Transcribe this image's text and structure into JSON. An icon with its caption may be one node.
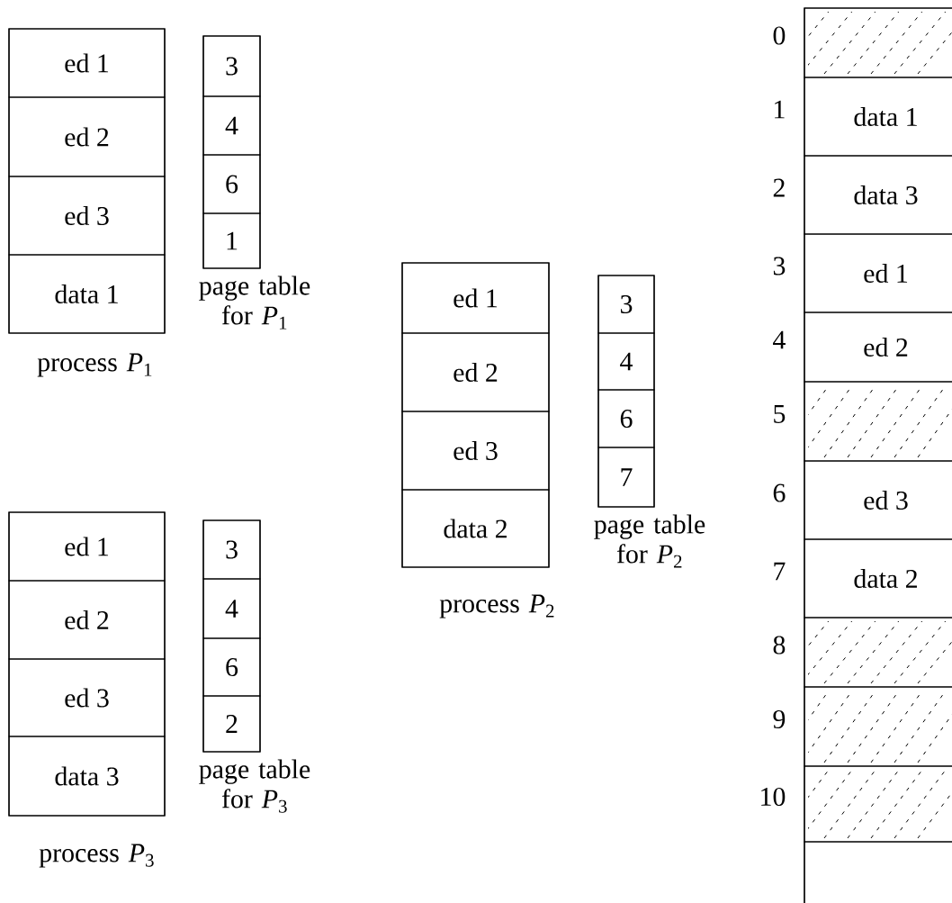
{
  "diagram": {
    "nodes": [
      {
        "text": [],
        "shape": "box",
        "beside": [
          "process *P*$_{1}$"
        ]
      },
      {
        "text": [
          "ed 1"
        ],
        "in": 0
      },
      {
        "text": [
          "ed 2"
        ],
        "in": 0
      },
      {
        "text": [
          "ed 3"
        ],
        "in": 0
      },
      {
        "text": [
          "data 1"
        ],
        "in": 0
      },
      {
        "text": [],
        "shape": "box",
        "beside": [
          "page table for *P*$_{1}$"
        ]
      },
      {
        "text": [
          "3"
        ],
        "in": 5
      },
      {
        "text": [
          "4"
        ],
        "in": 5
      },
      {
        "text": [
          "6"
        ],
        "in": 5
      },
      {
        "text": [
          "1"
        ],
        "in": 5
      },
      {
        "text": [],
        "shape": "box",
        "beside": [
          "process *P*$_{2}$"
        ]
      },
      {
        "text": [
          "ed 1"
        ],
        "in": 10
      },
      {
        "text": [
          "ed 2"
        ],
        "in": 10
      },
      {
        "text": [
          "ed 3"
        ],
        "in": 10
      },
      {
        "text": [
          "data 2"
        ],
        "in": 10
      },
      {
        "text": [],
        "shape": "box",
        "beside": [
          "page table for *P*$_{2}$"
        ]
      },
      {
        "text": [
          "3"
        ],
        "in": 15
      },
      {
        "text": [
          "4"
        ],
        "in": 15
      },
      {
        "text": [
          "6"
        ],
        "in": 15
      },
      {
        "text": [
          "7"
        ],
        "in": 15
      },
      {
        "text": [],
        "shape": "box",
        "beside": [
          "process *P*$_{3}$"
        ]
      },
      {
        "text": [
          "ed 1"
        ],
        "in": 20
      },
      {
        "text": [
          "ed 2"
        ],
        "in": 20
      },
      {
        "text": [
          "ed 3"
        ],
        "in": 20
      },
      {
        "text": [
          "data 3"
        ],
        "in": 20
      },
      {
        "text": [],
        "shape": "box",
        "beside": [
          "page table for *P*$_{3}$"
        ]
      },
      {
        "text": [
          "3"
        ],
        "in": 25
      },
      {
        "text": [
          "4"
        ],
        "in": 25
      },
      {
        "text": [
          "6"
        ],
        "in": 25
      },
      {
        "text": [
          "2"
        ],
        "in": 25
      },
      {
        "text": [],
        "shape": "box"
      },
      {
        "text": [],
        "shape": "hatched",
        "in": 30
      },
      {
        "text": [
          "data 1"
        ],
        "in": 30
      },
      {
        "text": [
          "data 3"
        ],
        "in": 30
      },
      {
        "text": [
          "ed 1"
        ],
        "in": 30
      },
      {
        "text": [
          "ed 2"
        ],
        "in": 30
      },
      {
        "text": [],
        "shape": "hatched",
        "in": 30
      },
      {
        "text": [
          "ed 3"
        ],
        "in": 30
      },
      {
        "text": [
          "data 2"
        ],
        "in": 30
      },
      {
        "text": [],
        "shape": "hatched",
        "in": 30
      },
      {
        "text": [],
        "shape": "hatched",
        "in": 30
      },
      {
        "text": [],
        "shape": "hatched",
        "in": 30
      },
      {
        "text": [],
        "shape": "box",
        "in": 30
      }
    ],
    "labels": [
      "0",
      "1",
      "2",
      "3",
      "4",
      "5",
      "6",
      "7",
      "8",
      "9",
      "10"
    ]
  }
}
